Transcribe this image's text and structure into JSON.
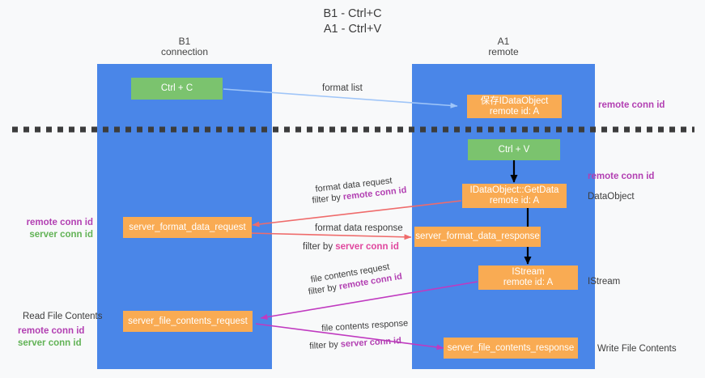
{
  "title": {
    "line1": "B1 - Ctrl+C",
    "line2": "A1 - Ctrl+V"
  },
  "columns": [
    {
      "name": "B1",
      "role": "connection"
    },
    {
      "name": "A1",
      "role": "remote"
    }
  ],
  "boxes": {
    "ctrl_c": "Ctrl + C",
    "ctrl_v": "Ctrl + V",
    "data_object": {
      "line1": "保存IDataObject",
      "line2": "remote id: A"
    },
    "get_data": {
      "line1": "IDataObject::GetData",
      "line2": "remote id: A"
    },
    "istream": {
      "line1": "IStream",
      "line2": "remote id: A"
    },
    "server_format_data_request": "server_format_data_request",
    "server_format_data_response": "server_format_data_response",
    "server_file_contents_request": "server_file_contents_request",
    "server_file_contents_response": "server_file_contents_response"
  },
  "arrow_labels": {
    "format_list": "format list",
    "format_data_request": "format data request",
    "format_data_request_filter_prefix": "filter by ",
    "format_data_request_filter_key": "remote conn id",
    "format_data_response": "format data response",
    "format_data_response_filter_prefix": "filter by ",
    "format_data_response_filter_key": "server conn id",
    "file_contents_request": "file contents request",
    "file_contents_request_filter_prefix": "filter by ",
    "file_contents_request_filter_key": "remote conn id",
    "file_contents_response": "file contents response",
    "file_contents_response_filter_prefix": "filter by ",
    "file_contents_response_filter_key": "server conn id"
  },
  "left_annotations": {
    "a1_remote_conn_id": "remote conn id",
    "a1_server_conn_id": "server conn id",
    "b1_read_file_contents": "Read File Contents",
    "b1_remote_conn_id": "remote conn id",
    "b1_server_conn_id": "server conn id"
  },
  "right_annotations": {
    "top_remote_conn_id": "remote conn id",
    "mid_remote_conn_id": "remote conn id",
    "data_object": "DataObject",
    "istream": "IStream",
    "write_file_contents": "Write File Contents"
  },
  "colors": {
    "column": "#4a86e8",
    "green_box": "#7bc36e",
    "orange_box": "#f9ab53",
    "arrow_light_blue": "#9fc5f8",
    "arrow_red": "#ef6b6b",
    "arrow_magenta": "#c03ac0",
    "arrow_black": "#000000",
    "purple_text": "#b23fb2",
    "green_text": "#62b356",
    "pink_text": "#e0479e",
    "background": "#f8f9fa"
  }
}
